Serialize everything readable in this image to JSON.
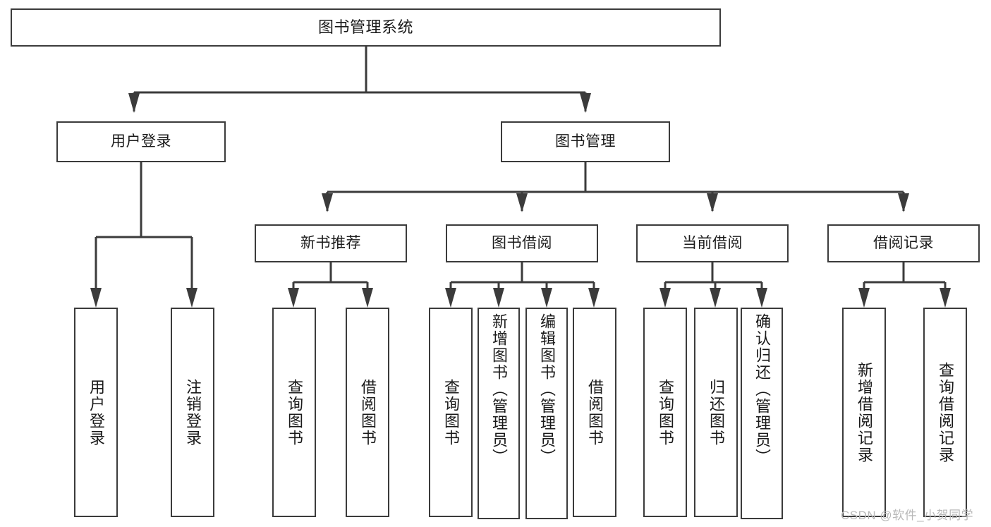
{
  "diagram": {
    "title": "图书管理系统",
    "type": "tree",
    "root": {
      "id": "root",
      "label": "图书管理系统"
    },
    "level2": [
      {
        "id": "user-login",
        "label": "用户登录"
      },
      {
        "id": "book-manage",
        "label": "图书管理"
      }
    ],
    "level3": [
      {
        "id": "new-book-recommend",
        "label": "新书推荐"
      },
      {
        "id": "book-borrow",
        "label": "图书借阅"
      },
      {
        "id": "current-borrow",
        "label": "当前借阅"
      },
      {
        "id": "borrow-record",
        "label": "借阅记录"
      }
    ],
    "leaves": [
      {
        "id": "leaf-user-login",
        "label": "用户登录"
      },
      {
        "id": "leaf-user-logout",
        "label": "注销登录"
      },
      {
        "id": "leaf-query-book-1",
        "label": "查询图书"
      },
      {
        "id": "leaf-borrow-book-1",
        "label": "借阅图书"
      },
      {
        "id": "leaf-query-book-2",
        "label": "查询图书"
      },
      {
        "id": "leaf-add-book",
        "label": "新增图书（管理员）"
      },
      {
        "id": "leaf-edit-book",
        "label": "编辑图书（管理员）"
      },
      {
        "id": "leaf-borrow-book-2",
        "label": "借阅图书"
      },
      {
        "id": "leaf-query-book-3",
        "label": "查询图书"
      },
      {
        "id": "leaf-return-book",
        "label": "归还图书"
      },
      {
        "id": "leaf-confirm-return",
        "label": "确认归还（管理员）"
      },
      {
        "id": "leaf-add-record",
        "label": "新增借阅记录"
      },
      {
        "id": "leaf-query-record",
        "label": "查询借阅记录"
      }
    ],
    "watermark": "CSDN @软件_小贺同学",
    "colors": {
      "stroke": "#3b3b3b",
      "background": "#ffffff",
      "text": "#1a1a1a",
      "watermark": "#b8b8b8"
    }
  }
}
